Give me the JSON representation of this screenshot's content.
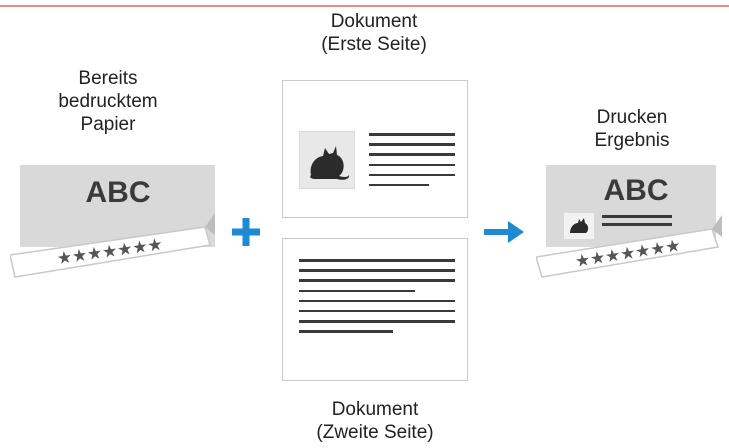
{
  "colors": {
    "rule": "#e58a8a",
    "accent": "#1e8ad2",
    "paper_gray": "#d9d9d9",
    "paper_gray_dark": "#bdbdbd",
    "text": "#222222",
    "ink": "#3a3a3a"
  },
  "preprinted": {
    "label": "Bereits\nbedrucktem\nPapier",
    "logo_text": "ABC",
    "stars": "★★★★★★★"
  },
  "doc_first": {
    "label": "Dokument\n(Erste Seite)",
    "image_icon": "cat-photo-icon"
  },
  "doc_second": {
    "label": "Dokument\n(Zweite Seite)"
  },
  "result": {
    "label": "Drucken\nErgebnis",
    "logo_text": "ABC",
    "stars": "★★★★★★★"
  },
  "operators": {
    "plus_icon": "plus-icon",
    "arrow_icon": "arrow-right-icon"
  }
}
